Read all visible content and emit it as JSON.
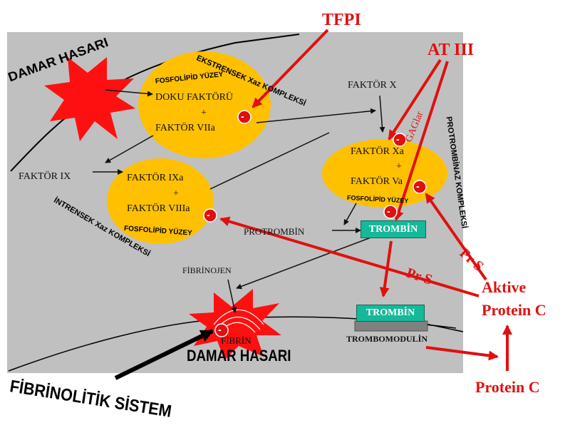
{
  "labels": {
    "tfpi": "TFPI",
    "at3": "AT III",
    "gaglar": "GAGlar",
    "damar_hasari_top": "DAMAR HASARI",
    "damar_hasari_bottom": "DAMAR HASARI",
    "ekstrensek": "EKSTRENSEK Xaz KOMPLEKSİ",
    "intrensek": "İNTRENSEK Xaz KOMPLEKSİ",
    "protrombinaz": "PROTROMBİNAZ KOMPLEKSİ",
    "fosfolipid_top": "FOSFOLİPİD YÜZEY",
    "fosfolipid_left": "FOSFOLİPİD YÜZEY",
    "fosfolipid_right": "FOSFOLİPİD YÜZEY",
    "doku_faktoru": "DOKU FAKTÖRÜ",
    "plus1": "+",
    "faktor_viia": "FAKTÖR VIIa",
    "faktor_x": "FAKTÖR X",
    "faktor_xa": "FAKTÖR Xa",
    "plus2": "+",
    "faktor_va": "FAKTÖR Va",
    "faktor_ix": "FAKTÖR IX",
    "faktor_ixa": "FAKTÖR IXa",
    "plus3": "+",
    "faktor_viiia": "FAKTÖR VIIIa",
    "protrombin": "PROTROMBİN",
    "trombin1": "TROMBİN",
    "trombin2": "TROMBİN",
    "trombomodulin": "TROMBOMODULİN",
    "fibrinojen": "FİBRİNOJEN",
    "fibrin": "FİBRİN",
    "pr_s1": "Pr S",
    "pr_s2": "Pr S",
    "aktive_protein_c_1": "Aktive",
    "aktive_protein_c_2": "Protein C",
    "protein_c": "Protein C",
    "fibrinolitik": "FİBRİNOLİTİK SİSTEM",
    "minus": "-"
  },
  "colors": {
    "background_panel": "#c0c0c0",
    "ellipse_fill": "#ffc000",
    "inhibitor_red": "#e01010",
    "box_fill": "#16b89a",
    "burst_red": "#ff1010"
  }
}
